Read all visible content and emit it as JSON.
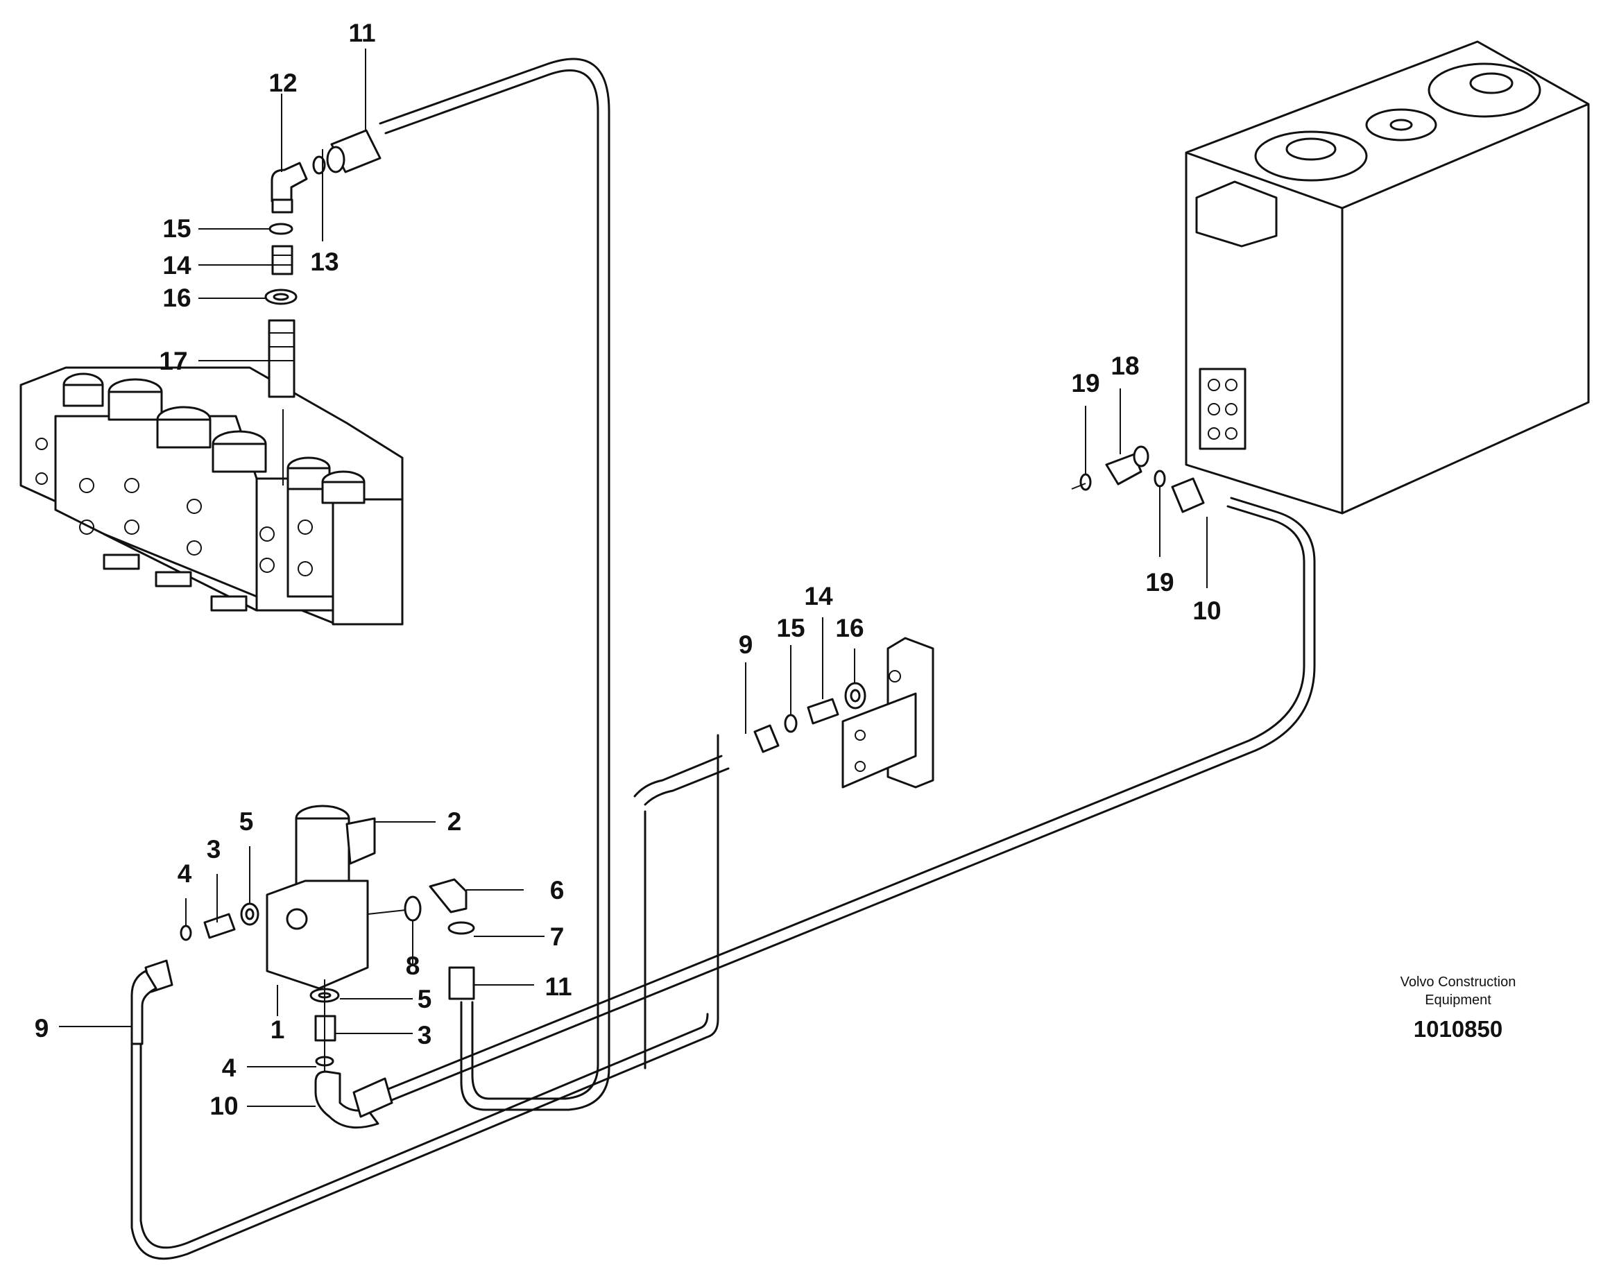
{
  "callouts": {
    "c1": "1",
    "c2": "2",
    "c3a": "3",
    "c3b": "3",
    "c4a": "4",
    "c4b": "4",
    "c5a": "5",
    "c5b": "5",
    "c6": "6",
    "c7": "7",
    "c8": "8",
    "c9a": "9",
    "c9b": "9",
    "c10a": "10",
    "c10b": "10",
    "c11a": "11",
    "c11b": "11",
    "c12": "12",
    "c13": "13",
    "c14a": "14",
    "c14b": "14",
    "c15a": "15",
    "c15b": "15",
    "c16a": "16",
    "c16b": "16",
    "c17": "17",
    "c18": "18",
    "c19a": "19",
    "c19b": "19"
  },
  "footer": {
    "brand_line1": "Volvo Construction",
    "brand_line2": "Equipment",
    "drawing_number": "1010850"
  }
}
